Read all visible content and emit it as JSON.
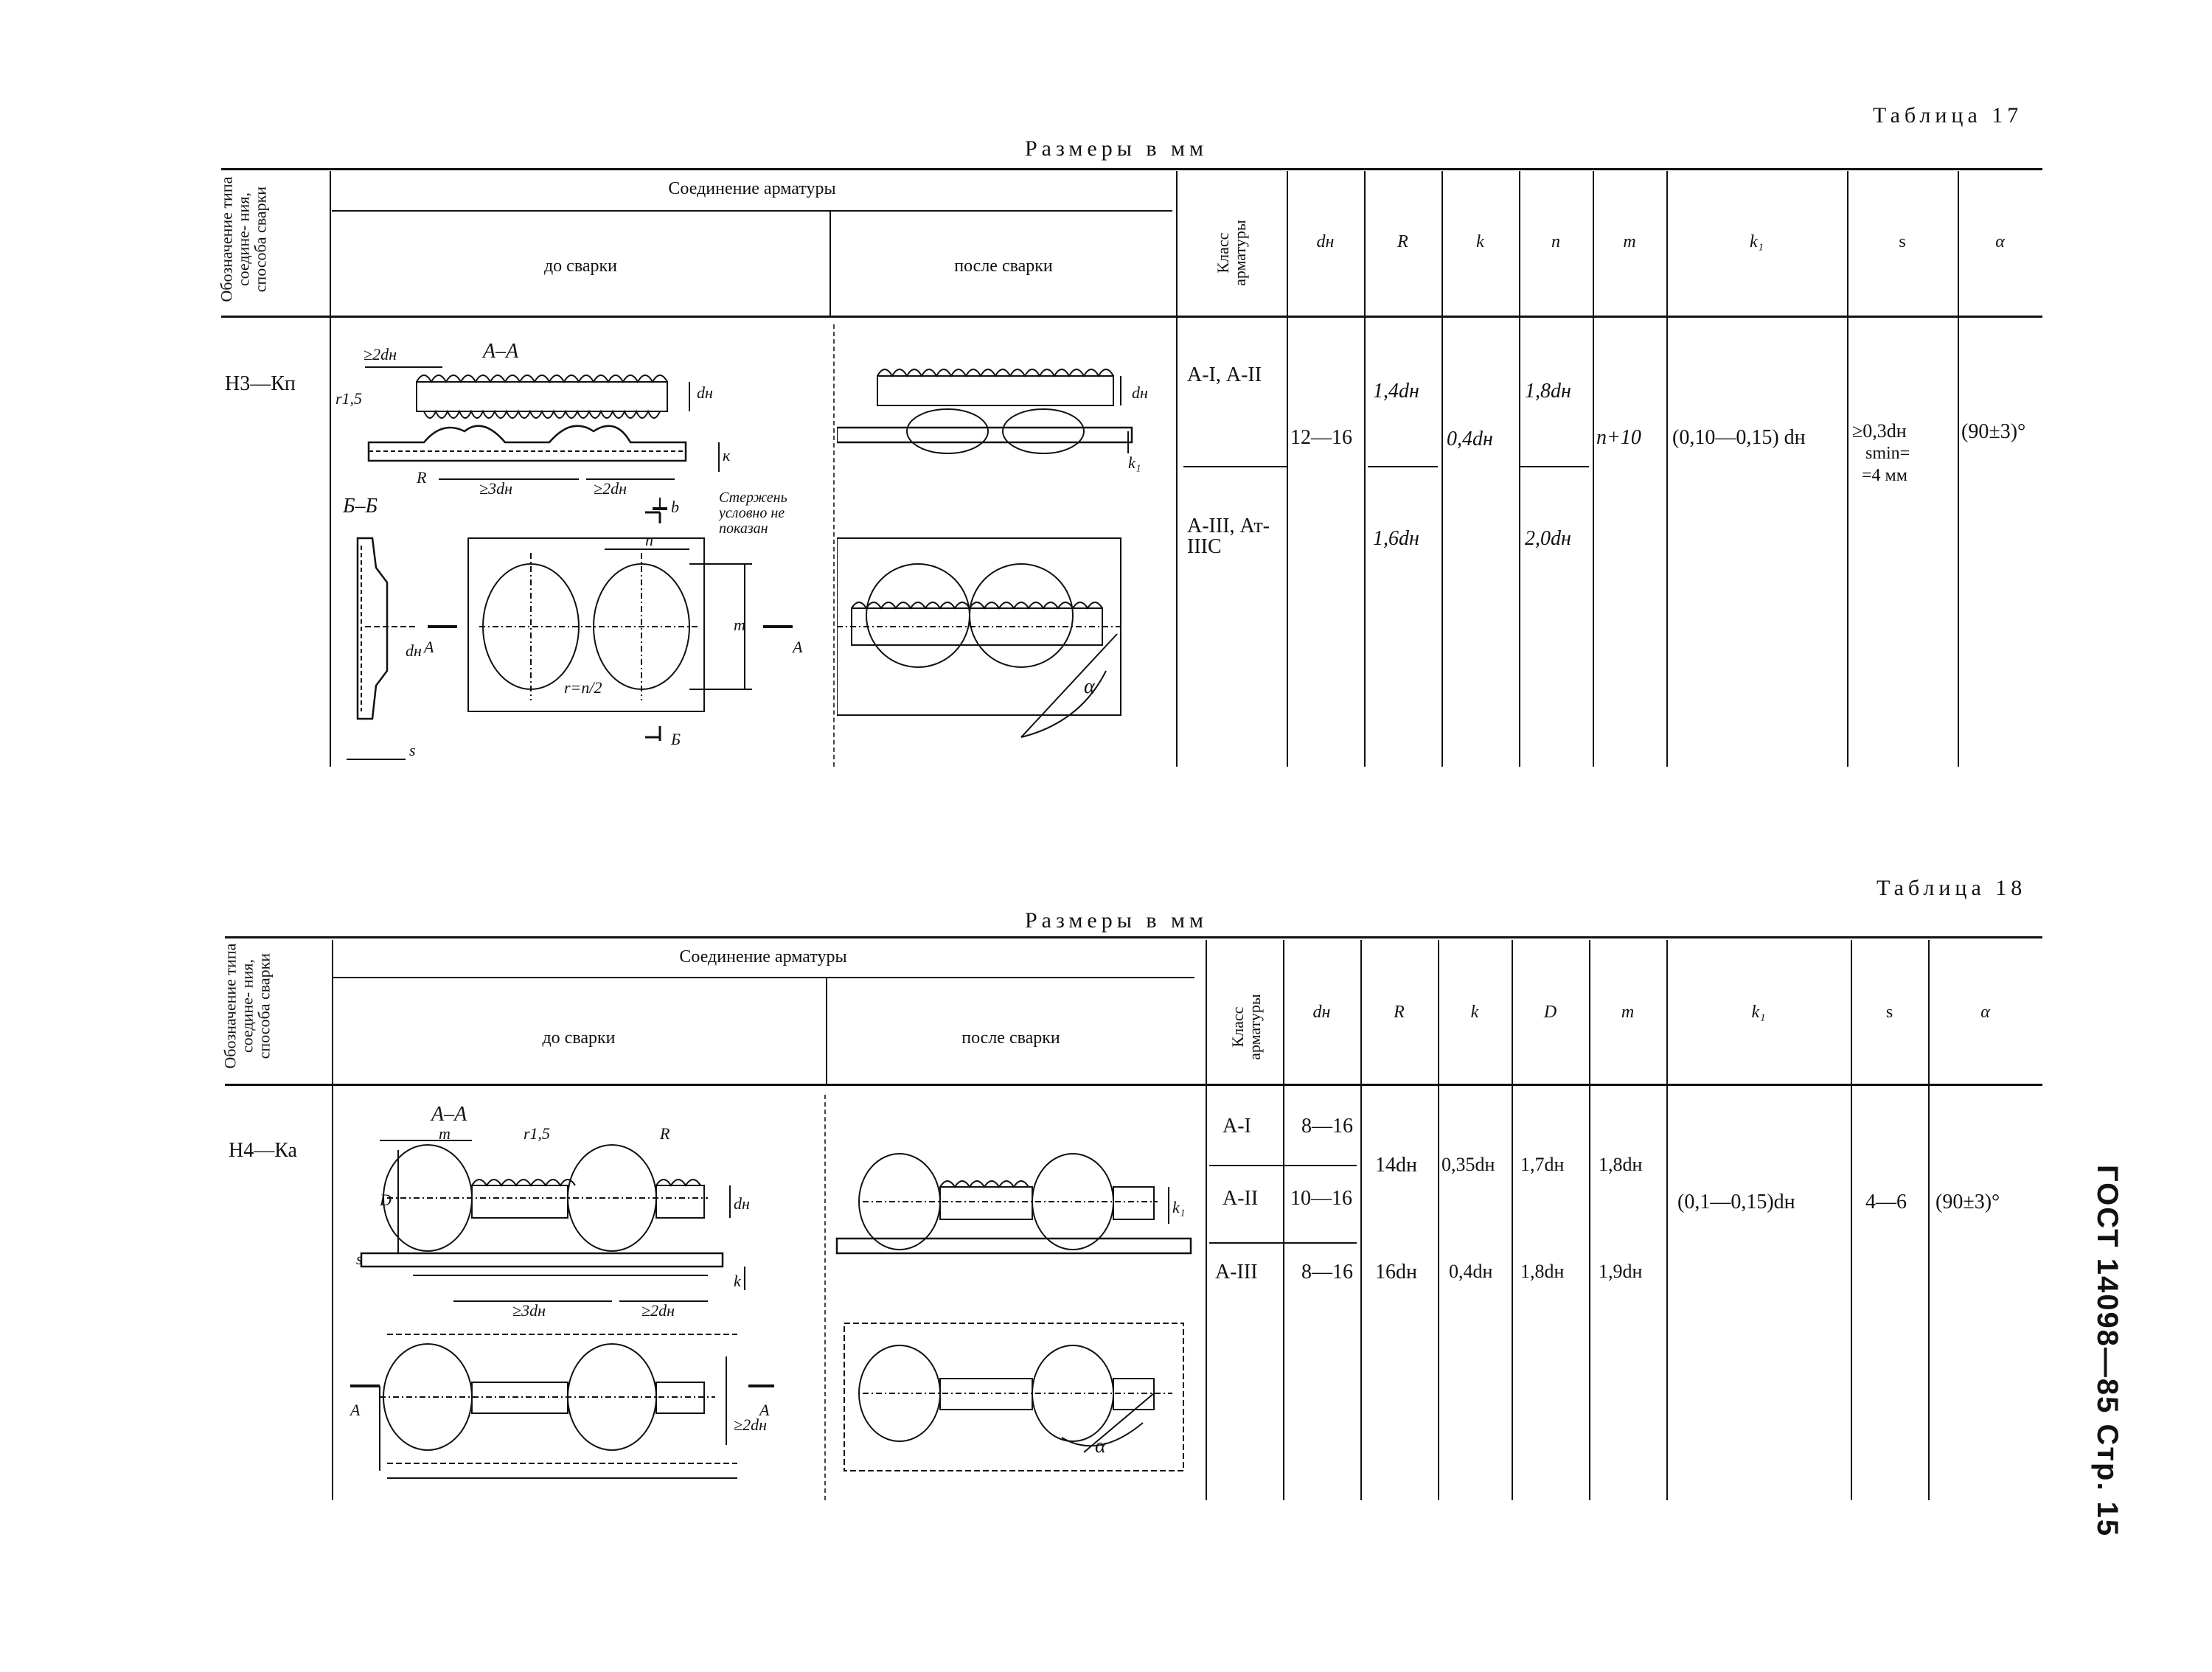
{
  "page": {
    "side_label": "ГОСТ 14098—85 Стр. 15"
  },
  "table17": {
    "caption": "Таблица 17",
    "units": "Размеры в мм",
    "headers": {
      "designation": "Обозначение типа соедине- ния, способа сварки",
      "connection": "Соединение арматуры",
      "before": "до сварки",
      "after": "после сварки",
      "class": "Класс арматуры",
      "dn": "dн",
      "R": "R",
      "k": "k",
      "n": "n",
      "m": "m",
      "k1": "k₁",
      "s": "s",
      "alpha": "α"
    },
    "row": {
      "mark": "Н3—Кп",
      "class_1": "А-I, А-II",
      "class_2": "А-III, Ат-IIIС",
      "dn": "12—16",
      "R_1": "1,4dн",
      "R_2": "1,6dн",
      "k": "0,4dн",
      "n_1": "1,8dн",
      "n_2": "2,0dн",
      "m": "n+10",
      "k1": "(0,10—0,15) dн",
      "s_1": "≥0,3dн",
      "s_2": "smin=",
      "s_3": "=4 мм",
      "alpha": "(90±3)°"
    },
    "drawing_labels": {
      "section_aa": "А–А",
      "section_bb": "Б–Б",
      "ge2dn": "≥2dн",
      "ge3dn": "≥3dн",
      "r15": "r1,5",
      "R": "R",
      "dn": "dн",
      "k": "к",
      "k1": "k₁",
      "n": "n",
      "m": "m",
      "rn2": "r=n/2",
      "b": "b",
      "B": "Б",
      "A": "А",
      "s": "s",
      "note": "Стержень условно не показан",
      "alpha": "α"
    }
  },
  "table18": {
    "caption": "Таблица 18",
    "units": "Размеры в мм",
    "headers": {
      "designation": "Обозначение типа соедине- ния, способа сварки",
      "connection": "Соединение арматуры",
      "before": "до сварки",
      "after": "после сварки",
      "class": "Класс арматуры",
      "dn": "dн",
      "R": "R",
      "k": "k",
      "D": "D",
      "m": "m",
      "k1": "k₁",
      "s": "s",
      "alpha": "α"
    },
    "row": {
      "mark": "Н4—Ка",
      "classes": [
        "А-I",
        "А-II",
        "А-III"
      ],
      "dn": [
        "8—16",
        "10—16",
        "8—16"
      ],
      "R_12": "14dн",
      "R_3": "16dн",
      "k_12": "0,35dн",
      "k_3": "0,4dн",
      "D_12": "1,7dн",
      "D_3": "1,8dн",
      "m_12": "1,8dн",
      "m_3": "1,9dн",
      "k1": "(0,1—0,15)dн",
      "s": "4—6",
      "alpha": "(90±3)°"
    },
    "drawing_labels": {
      "section_aa": "А–А",
      "m": "m",
      "r15": "r1,5",
      "R": "R",
      "D": "D",
      "dn": "dн",
      "s": "s",
      "k": "k",
      "k1": "k₁",
      "ge3dn": "≥3dн",
      "ge2dn": "≥2dн",
      "A": "А",
      "alpha": "α"
    }
  }
}
